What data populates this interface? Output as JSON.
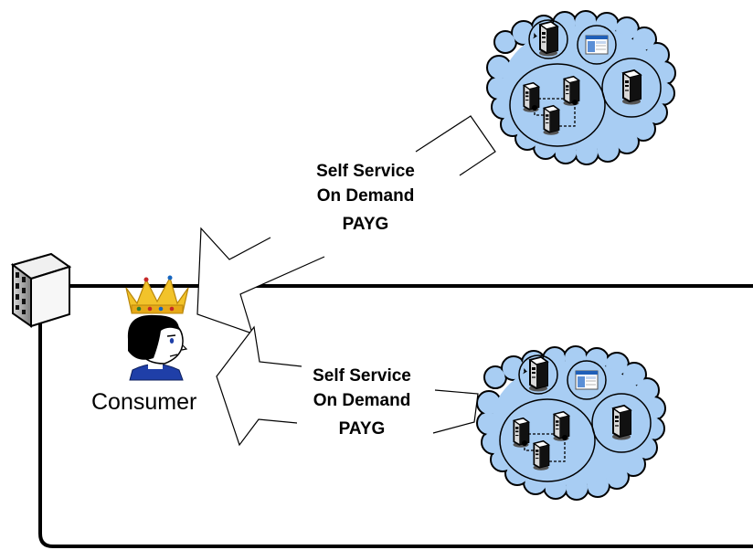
{
  "top_labels": {
    "line1": "Self Service",
    "line2": "On Demand",
    "line3": "PAYG"
  },
  "bottom_labels": {
    "line1": "Self Service",
    "line2": "On Demand",
    "line3": "PAYG"
  },
  "consumer_label": "Consumer",
  "colors": {
    "cloud_fill": "#a8cdf3",
    "outline": "#000000",
    "crown_gold": "#f2c32a",
    "shirt_blue": "#1f3fa8"
  },
  "icons": [
    "building-icon",
    "crown-icon",
    "person-icon",
    "cloud-icon",
    "server-icon",
    "window-icon"
  ]
}
